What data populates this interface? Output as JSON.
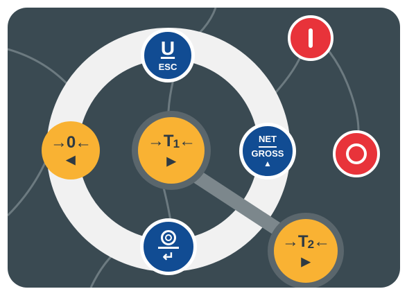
{
  "keys": {
    "zero": {
      "main": "→0←",
      "sub": "◀"
    },
    "tare1": {
      "main": "→T",
      "sub_digit": "1",
      "main_end": "←",
      "arrow": "▶"
    },
    "tare2": {
      "main": "→T",
      "sub_digit": "2",
      "main_end": "←",
      "arrow": "▶"
    },
    "units": {
      "main": "U",
      "sub": "ESC"
    },
    "net_gross": {
      "top": "NET",
      "bottom": "GROSS",
      "arrow": "▲"
    },
    "print_enter": {
      "arrow": "↵"
    }
  },
  "colors": {
    "panel": "#3a4a52",
    "ring": "#f1f1f1",
    "yellow": "#f9b233",
    "blue": "#114c93",
    "red": "#e8333a"
  },
  "icons": {
    "power": "power-icon",
    "stop": "stop-icon",
    "zero_print": "print-zero-icon",
    "enter": "enter-icon"
  }
}
